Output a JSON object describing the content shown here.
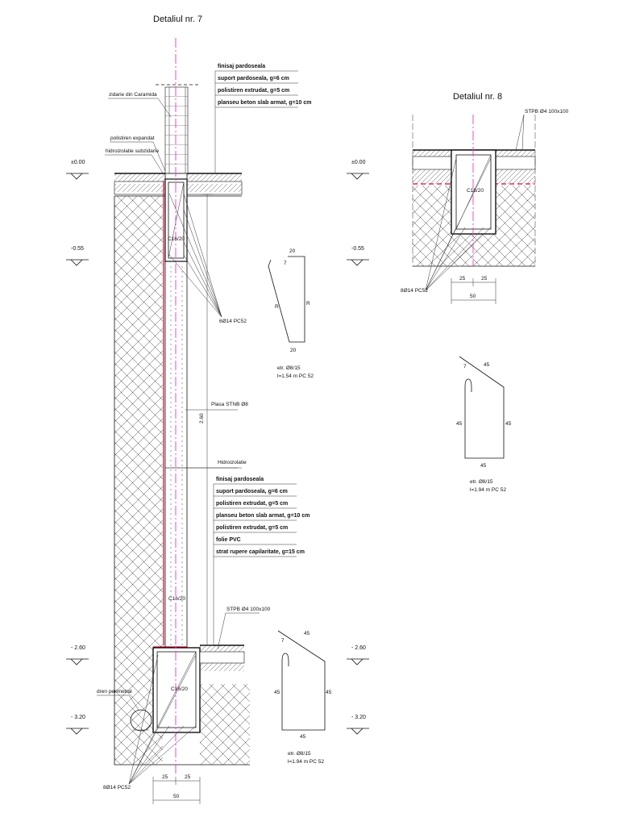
{
  "detail7": {
    "title": "Detaliul nr. 7",
    "labels": {
      "zidarie": "zidarie din Caramida",
      "polistiren_exp": "polistiren expandat",
      "hidroizolatie_sub": "hidroizolatie subzidarie",
      "beam_top": "C16/20",
      "beam_mid": "C16/20",
      "beam_bottom": "C16/20",
      "bars_top": "6Ø14 PC52",
      "bars_bottom": "8Ø14 PC52",
      "plasa": "Plasa STNB Ø8",
      "hidroizolatie": "Hidroizolatie",
      "stnb": "STPB Ø4 100x100",
      "dren": "dren perimetral",
      "vertical_dim": "2.60"
    },
    "table_top": [
      "finisaj pardoseala",
      "suport pardoseala, g=6 cm",
      "polistiren extrudat, g=5 cm",
      "planseu beton slab armat, g=10 cm"
    ],
    "table_bottom": [
      "finisaj pardoseala",
      "suport pardoseala, g=6 cm",
      "polistiren extrudat, g=5 cm",
      "planseu beton slab armat, g=10 cm",
      "polistiren extrudat, g=5 cm",
      "folie PVC",
      "strat rupere capilaritate, g=15 cm"
    ],
    "levels_left": [
      "±0.00",
      "-0.55",
      "- 2.60",
      "- 3.20"
    ],
    "dims_bottom": [
      "25",
      "25",
      "50"
    ]
  },
  "detail8": {
    "title": "Detaliul nr. 8",
    "labels": {
      "beam": "C16/20",
      "bars": "8Ø14 PC52",
      "stnb": "STPB Ø4 100x100"
    },
    "levels": [
      "±0.00",
      "-0.55",
      "- 2.60",
      "- 3.20"
    ],
    "dims_bottom": [
      "25",
      "25",
      "50"
    ]
  },
  "stirrup1": {
    "dims": [
      "20",
      "7",
      "R",
      "R",
      "20"
    ],
    "note1": "etr. Ø8/15",
    "note2": "l=1.54 m PC 52"
  },
  "stirrup2": {
    "dims": [
      "7",
      "45",
      "45",
      "45",
      "45"
    ],
    "note1": "etr. Ø8/15",
    "note2": "l=1.94 m PC 52"
  },
  "stirrup3": {
    "dims": [
      "7",
      "45",
      "45",
      "45",
      "45"
    ],
    "note1": "etr. Ø8/15",
    "note2": "l=1.94 m PC 52"
  },
  "colors": {
    "axis": "#e040c0",
    "hydro": "#e0002a",
    "ink": "#111111"
  }
}
